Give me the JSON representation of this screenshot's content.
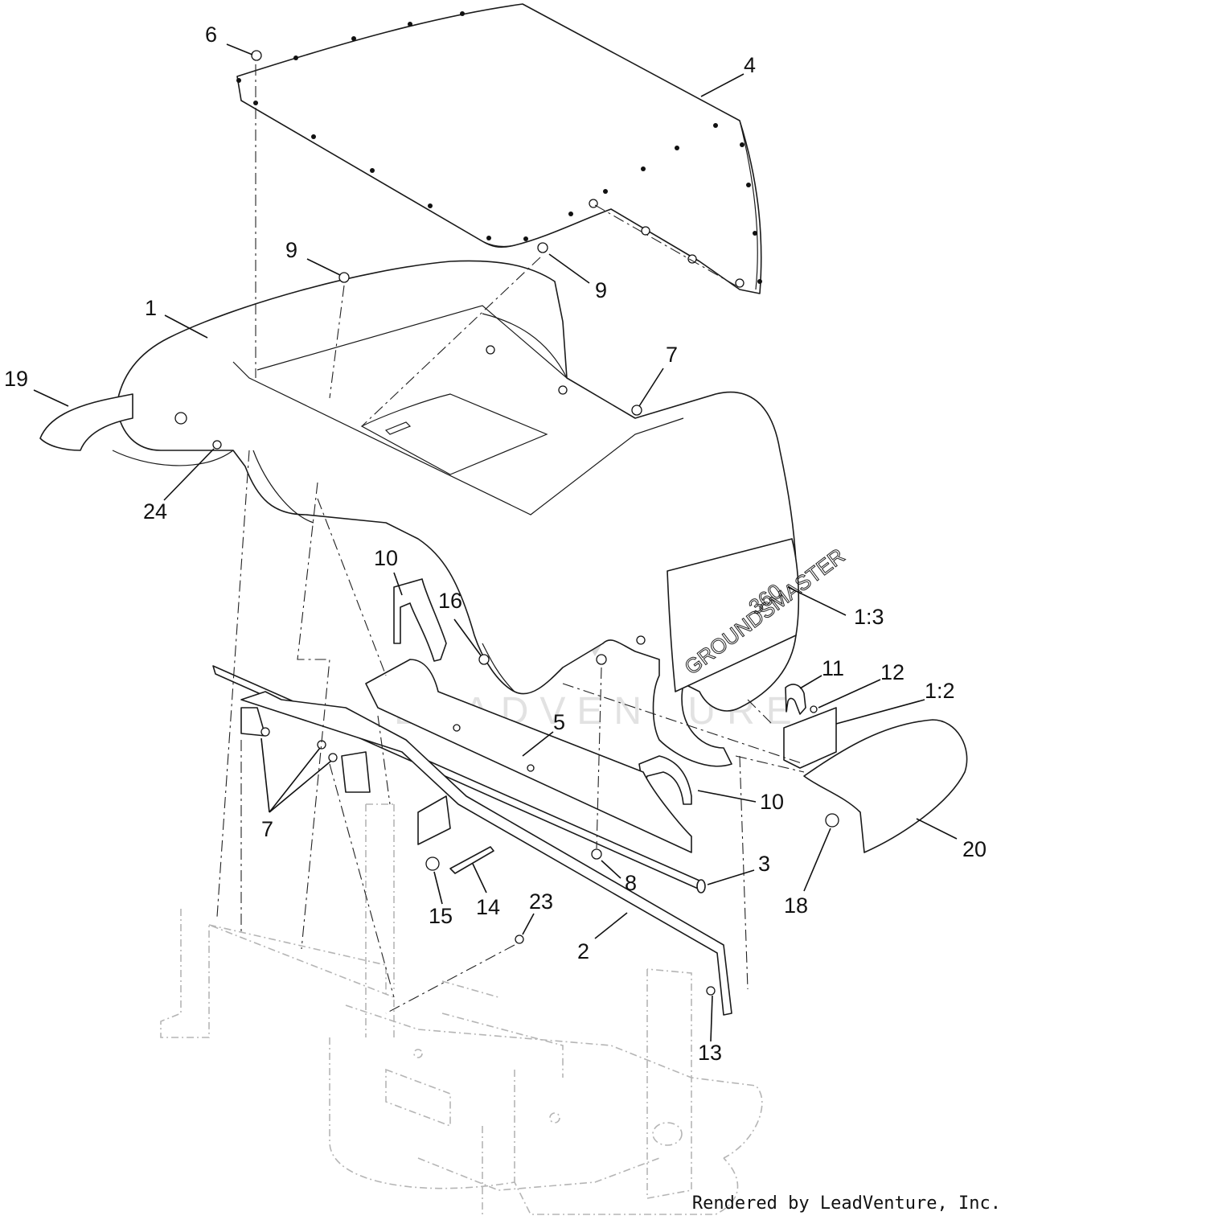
{
  "decal": {
    "line1": "GROUNDSMASTER",
    "line2": "360"
  },
  "watermark": "LEADVENTURE",
  "credit": "Rendered by LeadVenture, Inc.",
  "callouts": {
    "c6": "6",
    "c4": "4",
    "c9a": "9",
    "c9b": "9",
    "c1": "1",
    "c19": "19",
    "c7a": "7",
    "c24": "24",
    "c10a": "10",
    "c16": "16",
    "c13a": "1:3",
    "c11": "11",
    "c12": "12",
    "c12b": "1:2",
    "c5": "5",
    "c7b": "7",
    "c10b": "10",
    "c20": "20",
    "c3": "3",
    "c8": "8",
    "c18": "18",
    "c15": "15",
    "c14": "14",
    "c23": "23",
    "c2": "2",
    "c13": "13"
  }
}
